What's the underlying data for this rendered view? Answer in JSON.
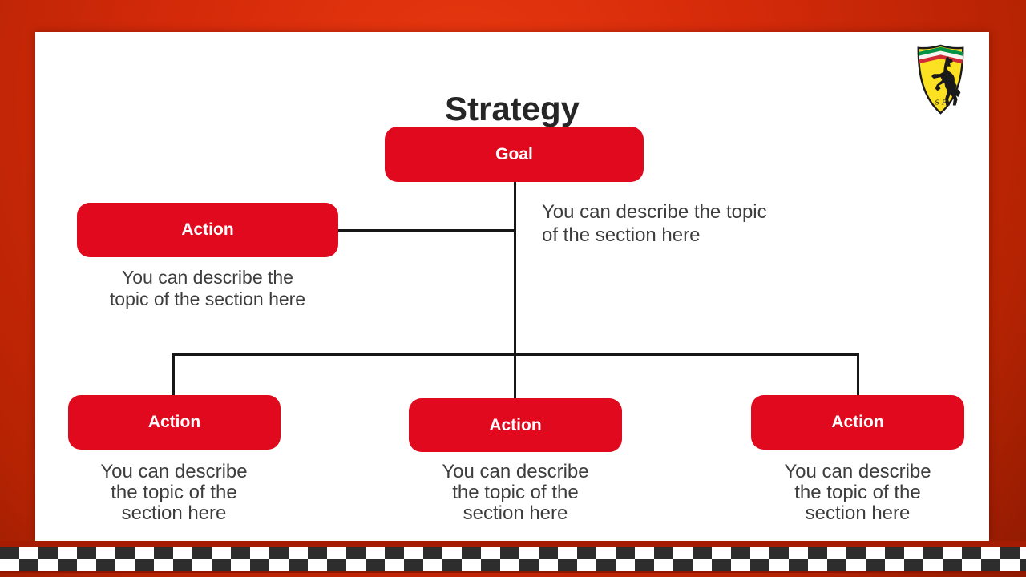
{
  "slide": {
    "title": "Strategy",
    "logo": {
      "name": "ferrari-scuderia-shield",
      "monogram": "S F"
    },
    "goal": {
      "label": "Goal",
      "description_lines": [
        "You can describe the topic",
        "of the section here"
      ]
    },
    "side_action": {
      "label": "Action",
      "description_lines": [
        "You can describe the",
        "topic of the section here"
      ]
    },
    "bottom_actions": [
      {
        "label": "Action",
        "description_lines": [
          "You can describe",
          "the topic of the",
          "section here"
        ]
      },
      {
        "label": "Action",
        "description_lines": [
          "You can describe",
          "the topic of the",
          "section here"
        ]
      },
      {
        "label": "Action",
        "description_lines": [
          "You can describe",
          "the topic of the",
          "section here"
        ]
      }
    ],
    "colors": {
      "node_red": "#E0091D",
      "frame_red": "#D42A0A",
      "connector_black": "#161616",
      "text_gray": "#3D3D3D",
      "title_color": "#262626",
      "checker_dark": "#2D2D2D",
      "checker_light": "#FFFFFF",
      "logo_yellow": "#FBE122",
      "flag_green": "#009246",
      "flag_red": "#CE2B37"
    }
  }
}
